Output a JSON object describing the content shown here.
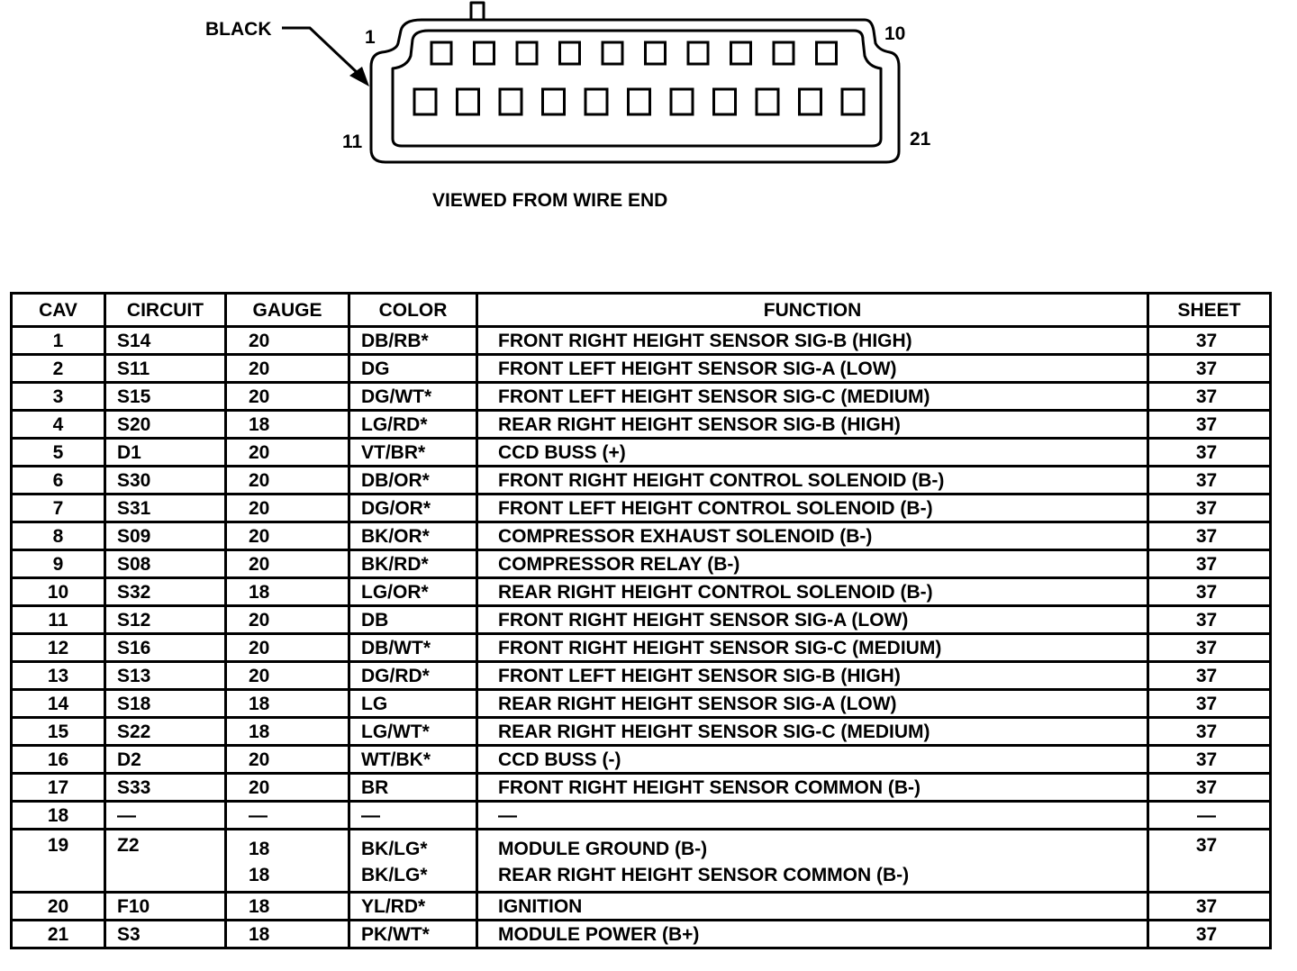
{
  "diagram": {
    "wire_label": "BLACK",
    "pin_labels": {
      "top_left": "1",
      "top_right": "10",
      "bottom_left": "11",
      "bottom_right": "21"
    },
    "caption": "VIEWED FROM WIRE END"
  },
  "table": {
    "headers": {
      "cav": "CAV",
      "circuit": "CIRCUIT",
      "gauge": "GAUGE",
      "color": "COLOR",
      "function": "FUNCTION",
      "sheet": "SHEET"
    },
    "rows": [
      {
        "cav": "1",
        "circuit": "S14",
        "gauge": "20",
        "color": "DB/RB*",
        "function": "FRONT RIGHT HEIGHT SENSOR SIG-B (HIGH)",
        "sheet": "37"
      },
      {
        "cav": "2",
        "circuit": "S11",
        "gauge": "20",
        "color": "DG",
        "function": "FRONT LEFT HEIGHT SENSOR SIG-A (LOW)",
        "sheet": "37"
      },
      {
        "cav": "3",
        "circuit": "S15",
        "gauge": "20",
        "color": "DG/WT*",
        "function": "FRONT LEFT HEIGHT SENSOR SIG-C (MEDIUM)",
        "sheet": "37"
      },
      {
        "cav": "4",
        "circuit": "S20",
        "gauge": "18",
        "color": "LG/RD*",
        "function": "REAR RIGHT HEIGHT SENSOR SIG-B (HIGH)",
        "sheet": "37"
      },
      {
        "cav": "5",
        "circuit": "D1",
        "gauge": "20",
        "color": "VT/BR*",
        "function": "CCD BUSS (+)",
        "sheet": "37"
      },
      {
        "cav": "6",
        "circuit": "S30",
        "gauge": "20",
        "color": "DB/OR*",
        "function": "FRONT RIGHT HEIGHT CONTROL SOLENOID (B-)",
        "sheet": "37"
      },
      {
        "cav": "7",
        "circuit": "S31",
        "gauge": "20",
        "color": "DG/OR*",
        "function": "FRONT LEFT HEIGHT CONTROL SOLENOID (B-)",
        "sheet": "37"
      },
      {
        "cav": "8",
        "circuit": "S09",
        "gauge": "20",
        "color": "BK/OR*",
        "function": "COMPRESSOR EXHAUST SOLENOID (B-)",
        "sheet": "37"
      },
      {
        "cav": "9",
        "circuit": "S08",
        "gauge": "20",
        "color": "BK/RD*",
        "function": "COMPRESSOR RELAY (B-)",
        "sheet": "37"
      },
      {
        "cav": "10",
        "circuit": "S32",
        "gauge": "18",
        "color": "LG/OR*",
        "function": "REAR RIGHT HEIGHT CONTROL SOLENOID (B-)",
        "sheet": "37"
      },
      {
        "cav": "11",
        "circuit": "S12",
        "gauge": "20",
        "color": "DB",
        "function": "FRONT RIGHT HEIGHT SENSOR SIG-A (LOW)",
        "sheet": "37"
      },
      {
        "cav": "12",
        "circuit": "S16",
        "gauge": "20",
        "color": "DB/WT*",
        "function": "FRONT RIGHT HEIGHT SENSOR SIG-C (MEDIUM)",
        "sheet": "37"
      },
      {
        "cav": "13",
        "circuit": "S13",
        "gauge": "20",
        "color": "DG/RD*",
        "function": "FRONT LEFT HEIGHT SENSOR SIG-B (HIGH)",
        "sheet": "37"
      },
      {
        "cav": "14",
        "circuit": "S18",
        "gauge": "18",
        "color": "LG",
        "function": "REAR RIGHT HEIGHT SENSOR SIG-A (LOW)",
        "sheet": "37"
      },
      {
        "cav": "15",
        "circuit": "S22",
        "gauge": "18",
        "color": "LG/WT*",
        "function": "REAR RIGHT HEIGHT SENSOR SIG-C (MEDIUM)",
        "sheet": "37"
      },
      {
        "cav": "16",
        "circuit": "D2",
        "gauge": "20",
        "color": "WT/BK*",
        "function": "CCD BUSS (-)",
        "sheet": "37"
      },
      {
        "cav": "17",
        "circuit": "S33",
        "gauge": "20",
        "color": "BR",
        "function": "FRONT RIGHT HEIGHT SENSOR COMMON (B-)",
        "sheet": "37"
      },
      {
        "cav": "18",
        "circuit": "—",
        "gauge": "—",
        "color": "—",
        "function": "—",
        "sheet": "—"
      },
      {
        "cav": "19",
        "circuit": "Z2",
        "gauge": "18",
        "gauge2": "18",
        "color": "BK/LG*",
        "color2": "BK/LG*",
        "function": "MODULE GROUND (B-)",
        "function2": "REAR RIGHT HEIGHT SENSOR COMMON (B-)",
        "sheet": "37"
      },
      {
        "cav": "20",
        "circuit": "F10",
        "gauge": "18",
        "color": "YL/RD*",
        "function": "IGNITION",
        "sheet": "37"
      },
      {
        "cav": "21",
        "circuit": "S3",
        "gauge": "18",
        "color": "PK/WT*",
        "function": "MODULE POWER (B+)",
        "sheet": "37"
      }
    ]
  }
}
